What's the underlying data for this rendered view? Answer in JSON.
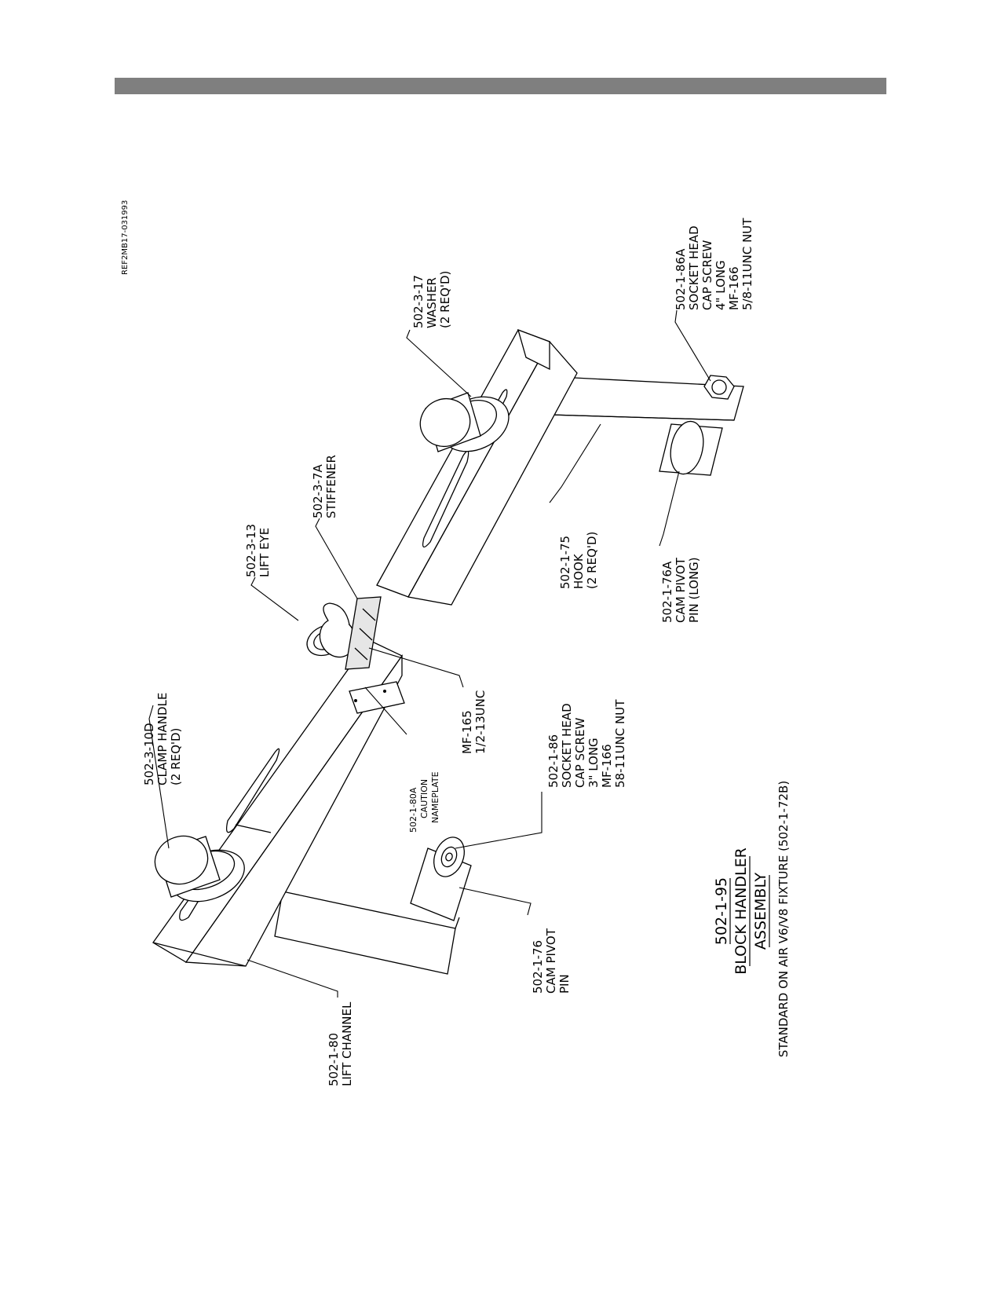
{
  "header": {
    "bar_color": "#7f7f7f"
  },
  "ref_code": "REF2MB17-031993",
  "title": {
    "part_number": "502-1-95",
    "line1": "BLOCK HANDLER",
    "line2": "ASSEMBLY",
    "subtitle": "STANDARD ON AIR V6/V8 FIXTURE (502-1-72B)"
  },
  "callouts": {
    "clamp_handle": [
      "502-3-10D",
      "CLAMP HANDLE",
      "(2 REQ'D)"
    ],
    "caution_nameplate": [
      "502-1-80A",
      "CAUTION",
      "NAMEPLATE"
    ],
    "mf165": [
      "MF-165",
      "1/2-13UNC"
    ],
    "lift_eye": [
      "502-3-13",
      "LIFT EYE"
    ],
    "stiffener": [
      "502-3-7A",
      "STIFFENER"
    ],
    "washer": [
      "502-3-17",
      "WASHER",
      "(2 REQ'D)"
    ],
    "socket_head_long": [
      "502-1-86A",
      "SOCKET HEAD",
      "CAP SCREW",
      "4\" LONG",
      "MF-166",
      "5/8-11UNC NUT"
    ],
    "hook": [
      "502-1-75",
      "HOOK",
      "(2 REQ'D)"
    ],
    "cam_pivot_long": [
      "502-1-76A",
      "CAM PIVOT",
      "PIN (LONG)"
    ],
    "socket_head": [
      "502-1-86",
      "SOCKET HEAD",
      "CAP SCREW",
      "3\" LONG",
      "MF-166",
      "58-11UNC NUT"
    ],
    "cam_pivot": [
      "502-1-76",
      "CAM PIVOT",
      "PIN"
    ],
    "lift_channel": [
      "502-1-80",
      "LIFT CHANNEL"
    ]
  }
}
